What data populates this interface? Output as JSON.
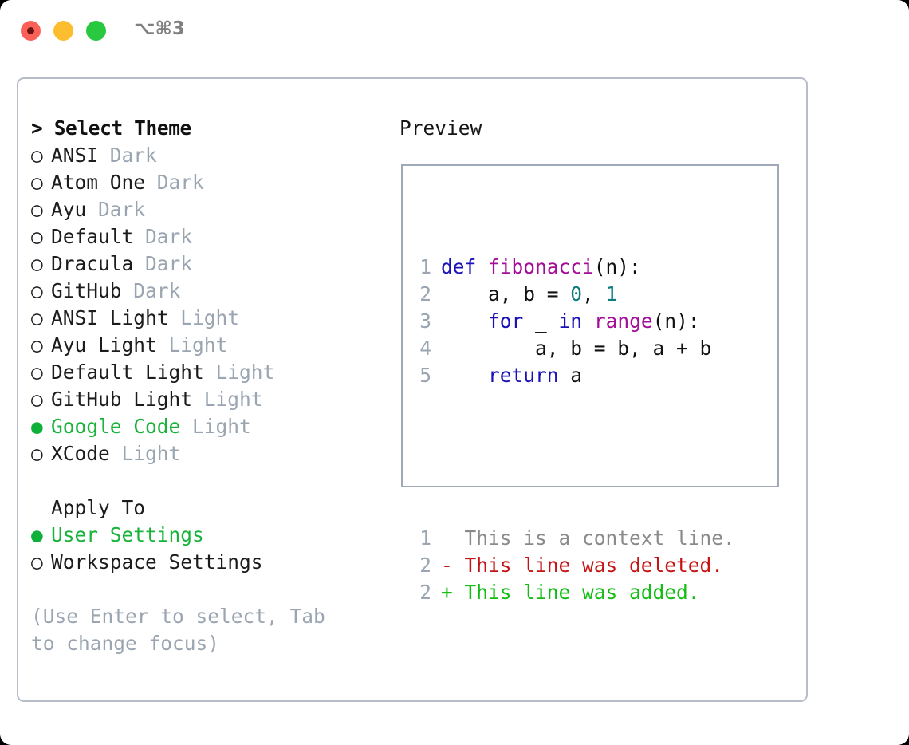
{
  "window": {
    "shortcut": "⌥⌘3",
    "traffic_lights": [
      {
        "name": "close-button",
        "color": "#fc6159"
      },
      {
        "name": "minimize-button",
        "color": "#fcbd2e"
      },
      {
        "name": "maximize-button",
        "color": "#28c840"
      }
    ]
  },
  "theme_picker": {
    "header": "> Select Theme",
    "selected_bullet": "●",
    "unselected_bullet": "○",
    "items": [
      {
        "name": "ANSI",
        "kind": "Dark",
        "selected": false
      },
      {
        "name": "Atom One",
        "kind": "Dark",
        "selected": false
      },
      {
        "name": "Ayu",
        "kind": "Dark",
        "selected": false
      },
      {
        "name": "Default",
        "kind": "Dark",
        "selected": false
      },
      {
        "name": "Dracula",
        "kind": "Dark",
        "selected": false
      },
      {
        "name": "GitHub",
        "kind": "Dark",
        "selected": false
      },
      {
        "name": "ANSI Light",
        "kind": "Light",
        "selected": false
      },
      {
        "name": "Ayu Light",
        "kind": "Light",
        "selected": false
      },
      {
        "name": "Default Light",
        "kind": "Light",
        "selected": false
      },
      {
        "name": "GitHub Light",
        "kind": "Light",
        "selected": false
      },
      {
        "name": "Google Code",
        "kind": "Light",
        "selected": true
      },
      {
        "name": "XCode",
        "kind": "Light",
        "selected": false
      }
    ]
  },
  "apply_to": {
    "label": "Apply To",
    "options": [
      {
        "name": "User Settings",
        "selected": true
      },
      {
        "name": "Workspace Settings",
        "selected": false
      }
    ]
  },
  "hint": "(Use Enter to select, Tab to change focus)",
  "preview": {
    "title": "Preview",
    "code_lines": [
      {
        "no": "1",
        "tokens": [
          {
            "t": "def ",
            "c": "kw"
          },
          {
            "t": "fibonacci",
            "c": "fn"
          },
          {
            "t": "(n):",
            "c": "plain"
          }
        ]
      },
      {
        "no": "2",
        "tokens": [
          {
            "t": "    a, b = ",
            "c": "plain"
          },
          {
            "t": "0",
            "c": "num"
          },
          {
            "t": ", ",
            "c": "plain"
          },
          {
            "t": "1",
            "c": "num"
          }
        ]
      },
      {
        "no": "3",
        "tokens": [
          {
            "t": "    ",
            "c": "plain"
          },
          {
            "t": "for",
            "c": "kw"
          },
          {
            "t": " _ ",
            "c": "plain"
          },
          {
            "t": "in",
            "c": "kw"
          },
          {
            "t": " ",
            "c": "plain"
          },
          {
            "t": "range",
            "c": "fn"
          },
          {
            "t": "(n):",
            "c": "plain"
          }
        ]
      },
      {
        "no": "4",
        "tokens": [
          {
            "t": "        a, b = b, a + b",
            "c": "plain"
          }
        ]
      },
      {
        "no": "5",
        "tokens": [
          {
            "t": "    ",
            "c": "plain"
          },
          {
            "t": "return",
            "c": "kw"
          },
          {
            "t": " a",
            "c": "plain"
          }
        ]
      }
    ],
    "diff_lines": [
      {
        "no": "1",
        "marker": "  ",
        "text": "This is a context line.",
        "c": "ctx"
      },
      {
        "no": "2",
        "marker": "- ",
        "text": "This line was deleted.",
        "c": "del"
      },
      {
        "no": "2",
        "marker": "+ ",
        "text": "This line was added.",
        "c": "add"
      }
    ]
  },
  "colors": {
    "accent_green": "#19b33c",
    "dim_gray": "#9aa5b1",
    "keyword_blue": "#1a12b8",
    "function_magenta": "#a30d97",
    "number_teal": "#0d7c7c",
    "diff_deleted": "#c41414",
    "diff_added": "#12bd12",
    "panel_border": "#b6bdc9",
    "preview_border": "#9fa9b8"
  }
}
